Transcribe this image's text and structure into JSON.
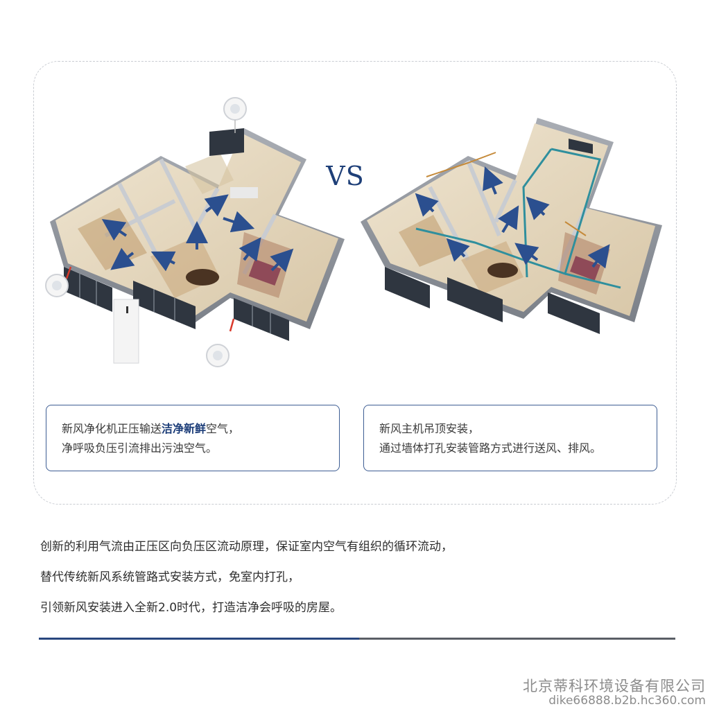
{
  "comparison": {
    "vs_label": "VS",
    "left_caption": {
      "line1_prefix": "新风净化机正压输送",
      "line1_highlight": "洁净新鲜",
      "line1_suffix": "空气，",
      "line2": "净呼吸负压引流排出污浊空气。"
    },
    "right_caption": {
      "line1": "新风主机吊顶安装，",
      "line2": "通过墙体打孔安装管路方式进行送风、排风。"
    }
  },
  "description": {
    "lines": [
      "创新的利用气流由正压区向负压区流动原理，保证室内空气有组织的循环流动，",
      "替代传统新风系统管路式安装方式，免室内打孔，",
      "引领新风安装进入全新2.0时代，打造洁净会呼吸的房屋。"
    ]
  },
  "watermark": {
    "company": "北京蒂科环境设备有限公司",
    "url": "dike66888.b2b.hc360.com"
  },
  "colors": {
    "accent_blue": "#1e3f78",
    "arrow_blue": "#2b4f8f",
    "duct_teal": "#2f8f9d",
    "exhaust_red": "#d9392b"
  }
}
